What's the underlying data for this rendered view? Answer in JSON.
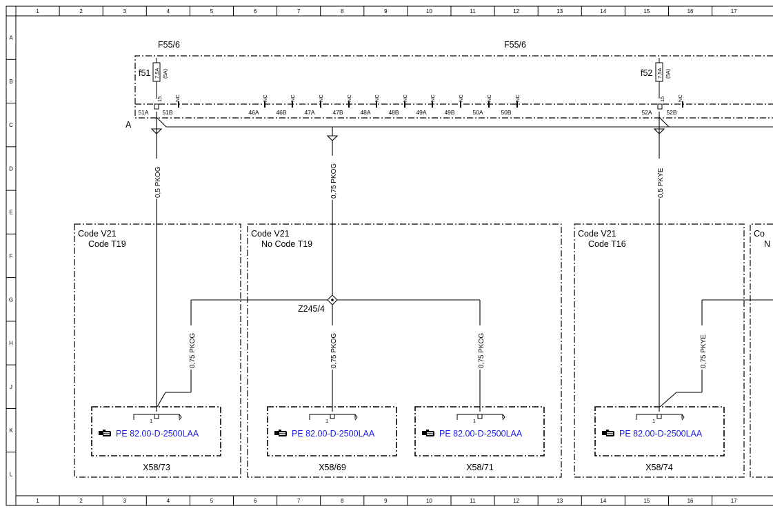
{
  "grid": {
    "columns": [
      "1",
      "2",
      "3",
      "4",
      "5",
      "6",
      "7",
      "8",
      "9",
      "10",
      "11",
      "12",
      "13",
      "14",
      "15",
      "16",
      "17"
    ],
    "rows": [
      "A",
      "B",
      "C",
      "D",
      "E",
      "F",
      "G",
      "H",
      "J",
      "K",
      "L"
    ]
  },
  "fuse_box": {
    "label_left": "F55/6",
    "label_right": "F55/6",
    "connector_label": "A",
    "fuses": [
      {
        "name": "f51",
        "rating": "7,5A",
        "alt_rating": "(5A)",
        "pin": "15",
        "nc": "NC"
      },
      {
        "name": "f52",
        "rating": "7,5A",
        "alt_rating": "(5A)",
        "pin": "15",
        "nc": "NC"
      }
    ],
    "terminals": [
      "51A",
      "51B",
      "46A",
      "46B",
      "47A",
      "47B",
      "48A",
      "48B",
      "49A",
      "49B",
      "50A",
      "50B",
      "52A",
      "52B"
    ],
    "nc_label": "NC"
  },
  "wires": {
    "w1": "0,5 PKOG",
    "w2": "0,75 PKOG",
    "w3": "0,5 PKYE",
    "w4": "0,75 PKOG",
    "w5": "0,75 PKOG",
    "w6": "0,75 PKOG",
    "w7": "0,75 PKYE"
  },
  "splice": "Z245/4",
  "code_blocks": [
    {
      "line1": "Code V21",
      "line2": "Code T19"
    },
    {
      "line1": "Code V21",
      "line2": "No Code T19"
    },
    {
      "line1": "Code V21",
      "line2": "Code T16"
    },
    {
      "line1": "Co",
      "line2": "N"
    }
  ],
  "connectors": [
    {
      "pin": "1",
      "ref": "PE 82.00-D-2500LAA",
      "name": "X58/73"
    },
    {
      "pin": "1",
      "ref": "PE 82.00-D-2500LAA",
      "name": "X58/69"
    },
    {
      "pin": "1",
      "ref": "PE 82.00-D-2500LAA",
      "name": "X58/71"
    },
    {
      "pin": "1",
      "ref": "PE 82.00-D-2500LAA",
      "name": "X58/74"
    }
  ],
  "colors": {
    "line": "#000000",
    "reference_link": "#1a1adc"
  }
}
